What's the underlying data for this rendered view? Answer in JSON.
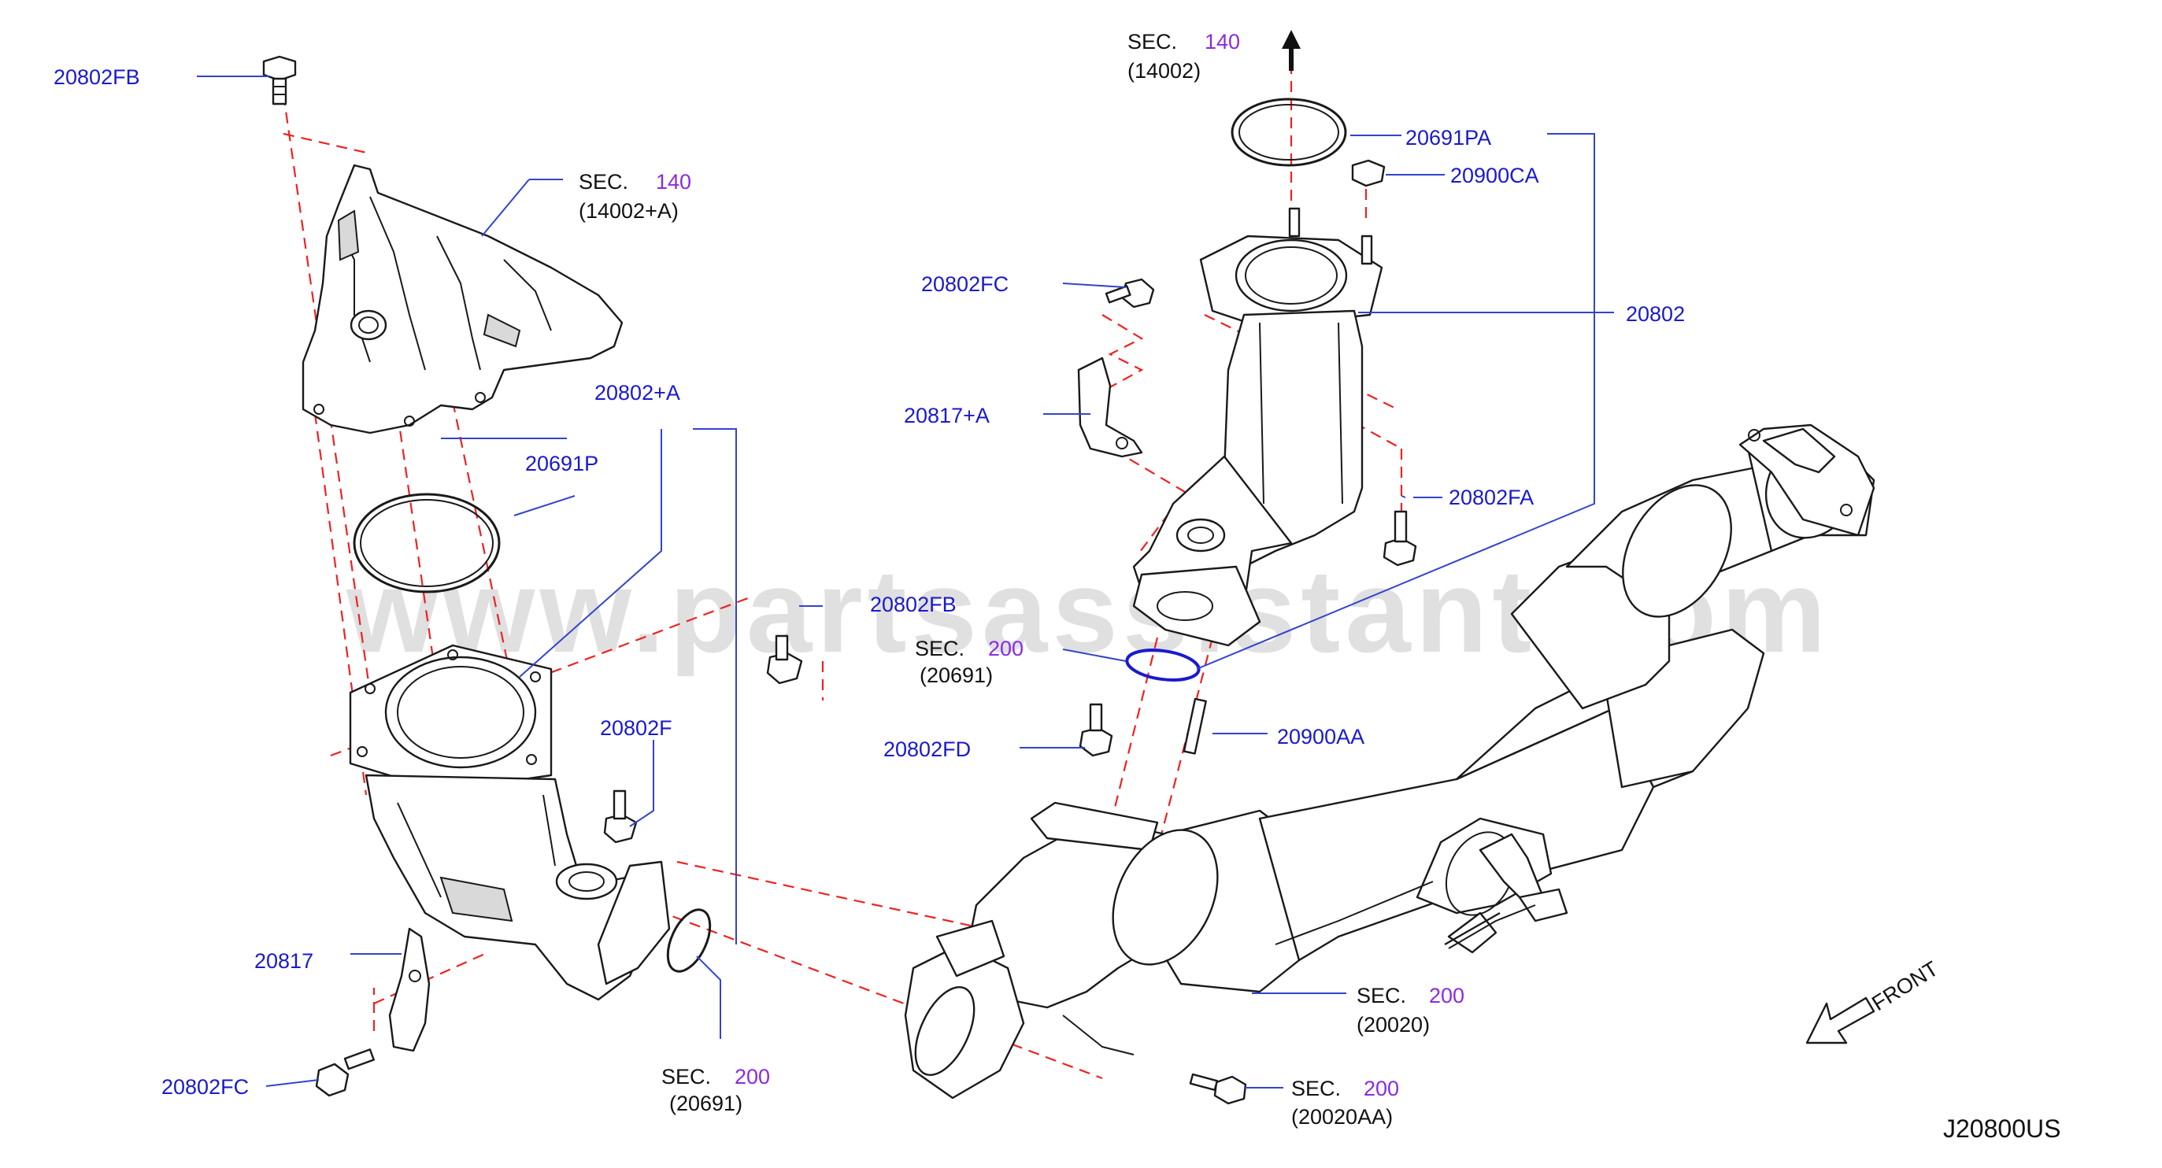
{
  "watermark": "www.partsassistant.com",
  "diagram_code": "J20800US",
  "front_label": "FRONT",
  "part_numbers": {
    "p20802FB_top": "20802FB",
    "p20802A": "20802+A",
    "p20691P": "20691P",
    "p20802FB_mid": "20802FB",
    "p20802F": "20802F",
    "p20817": "20817",
    "p20802FC_bottom": "20802FC",
    "p20691PA": "20691PA",
    "p20900CA": "20900CA",
    "p20802FC_top": "20802FC",
    "p20802": "20802",
    "p20817A": "20817+A",
    "p20802FA": "20802FA",
    "p20802FD": "20802FD",
    "p20900AA": "20900AA"
  },
  "section_refs": {
    "s_top": {
      "prefix": "SEC.",
      "number": "140",
      "ref": "(14002)"
    },
    "s_manifold": {
      "prefix": "SEC.",
      "number": "140",
      "ref": "(14002+A)"
    },
    "s_mid": {
      "prefix": "SEC.",
      "number": "200",
      "ref": "(20691)"
    },
    "s_bottom_left": {
      "prefix": "SEC.",
      "number": "200",
      "ref": "(20691)"
    },
    "s_pipe": {
      "prefix": "SEC.",
      "number": "200",
      "ref": "(20020)"
    },
    "s_bolt": {
      "prefix": "SEC.",
      "number": "200",
      "ref": "(20020AA)"
    }
  }
}
